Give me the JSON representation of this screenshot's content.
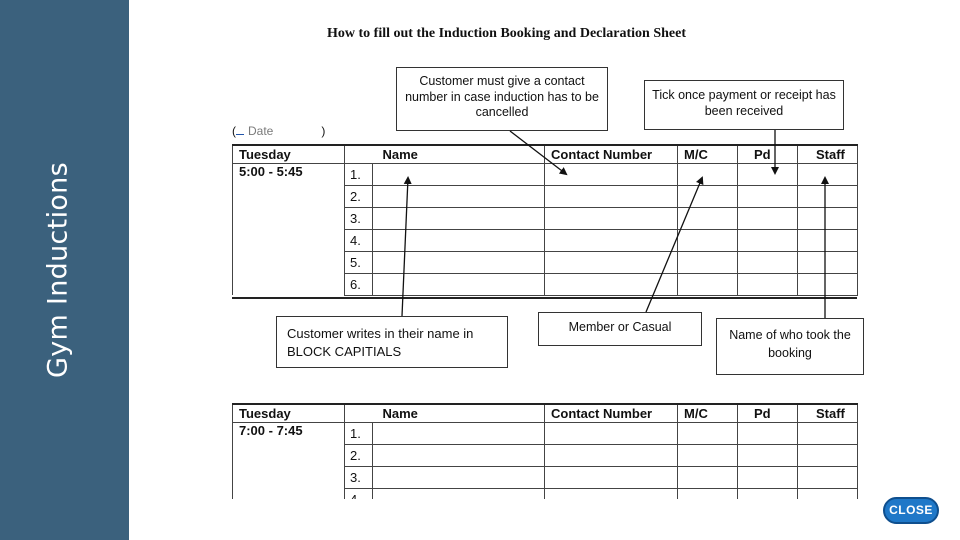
{
  "sidebar": {
    "title": "Gym Inductions",
    "background": "#3b617d"
  },
  "document": {
    "title": "How to fill out the Induction Booking and Declaration Sheet",
    "date_row": {
      "open": "(",
      "label": "Date",
      "close": ")"
    },
    "callouts": {
      "contact": "Customer must give a contact number in case induction has to be cancelled",
      "payment": "Tick once payment or receipt has been received",
      "name": "Customer writes in their name in BLOCK CAPITIALS",
      "member": "Member or Casual",
      "staff": "Name of who took the booking"
    },
    "columns": [
      "Name",
      "Contact Number",
      "M/C",
      "Pd",
      "Staff"
    ],
    "sessions": [
      {
        "day": "Tuesday",
        "time": "5:00 - 5:45",
        "rows": [
          "1.",
          "2.",
          "3.",
          "4.",
          "5.",
          "6."
        ]
      },
      {
        "day": "Tuesday",
        "time": "7:00 - 7:45",
        "rows": [
          "1.",
          "2.",
          "3.",
          "4."
        ]
      }
    ]
  },
  "close_button": {
    "label": "CLOSE",
    "color": "#1f78c8"
  }
}
